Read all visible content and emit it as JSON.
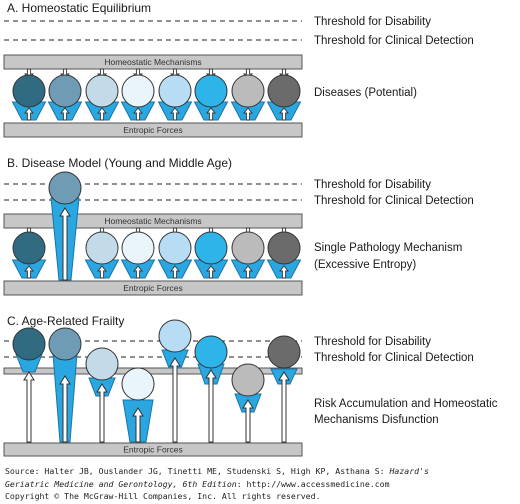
{
  "thresholds": {
    "disability": "Threshold for Disability",
    "detection": "Threshold for Clinical Detection"
  },
  "bars": {
    "top": "Homeostatic Mechanisms",
    "bottom": "Entropic Forces"
  },
  "colors": [
    "#316b82",
    "#6f9bb4",
    "#c3dbe9",
    "#e9f4fb",
    "#b7dcf3",
    "#2fb4ea",
    "#bbbbbb",
    "#6b6b6b"
  ],
  "panels": [
    {
      "title": "A. Homeostatic Equilibrium",
      "labels": [
        "Diseases (Potential)"
      ]
    },
    {
      "title": "B. Disease Model (Young and Middle Age)",
      "labels": [
        "Single Pathology Mechanism",
        "(Excessive Entropy)"
      ]
    },
    {
      "title": "C. Age-Related Frailty",
      "labels": [
        "Risk Accumulation and Homeostatic",
        "Mechanisms Disfunction"
      ]
    }
  ],
  "source": {
    "line1_a": "Source: Halter JB, Ouslander JG, Tinetti ME, Studenski S, High KP, Asthana S: ",
    "line1_b": "Hazard's",
    "line2_a": "Geriatric Medicine and Gerontology, 6th Edition",
    "line2_b": ": http://www.accessmedicine.com",
    "line3": "Copyright © The McGraw-Hill Companies, Inc. All rights reserved."
  }
}
